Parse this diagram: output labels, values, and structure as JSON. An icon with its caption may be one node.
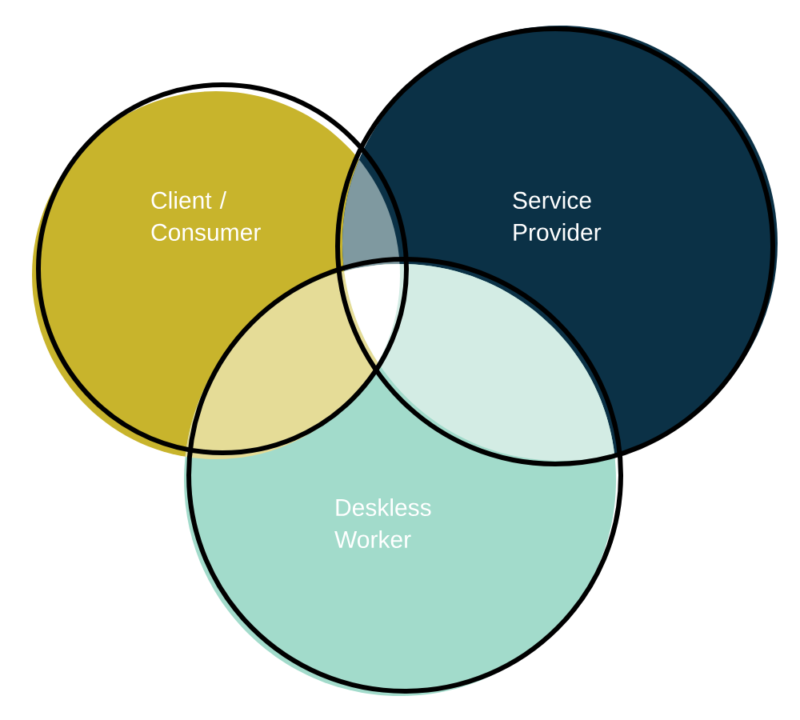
{
  "diagram": {
    "nodes": [
      {
        "text": [
          "Client / Consumer"
        ]
      },
      {
        "text": [
          "Service Provider"
        ]
      },
      {
        "text": [
          "Deskless Worker"
        ]
      }
    ]
  }
}
